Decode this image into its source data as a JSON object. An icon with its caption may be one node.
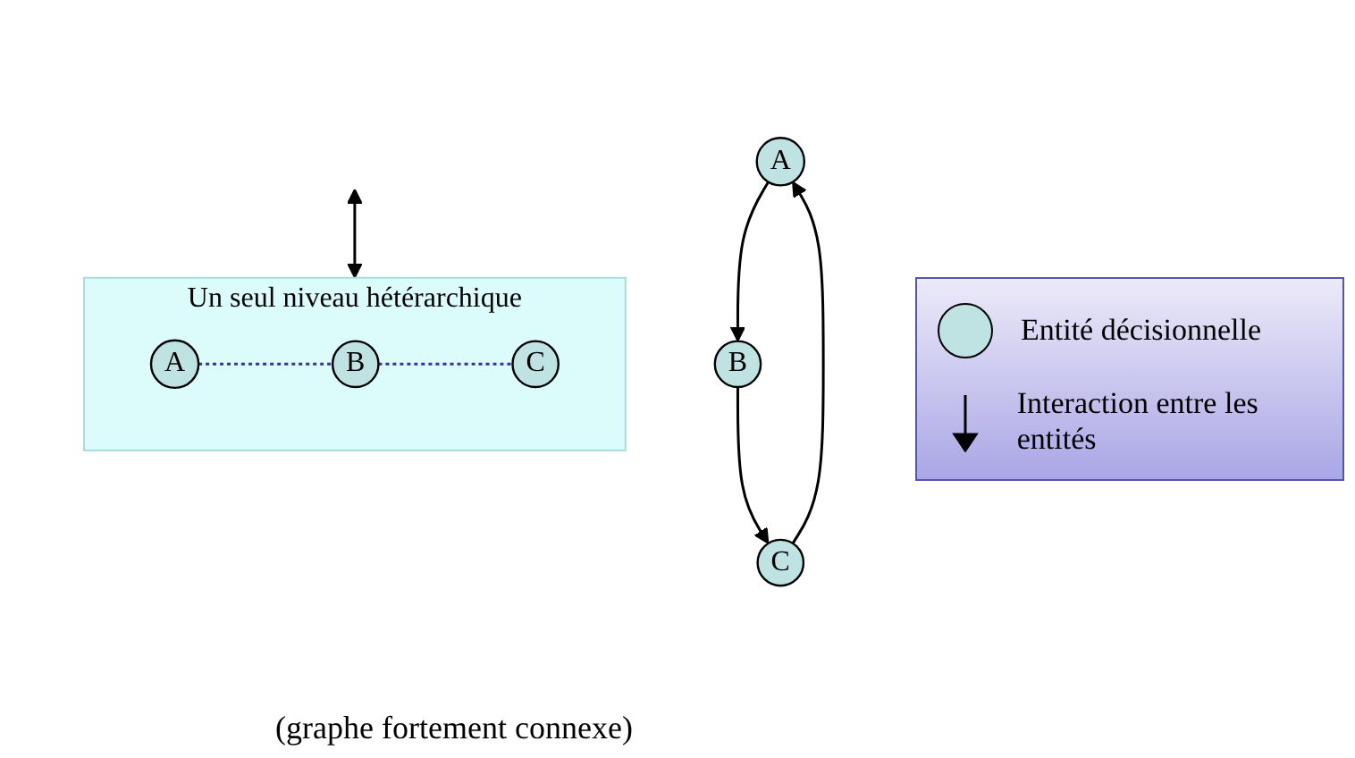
{
  "diagram": {
    "nodes": [
      {
        "text": [
          "A"
        ]
      },
      {
        "text": [
          "B"
        ]
      },
      {
        "text": [
          "C"
        ]
      },
      {
        "text": [
          "Un seul niveau hétérarchique"
        ]
      },
      {
        "text": [
          "A"
        ],
        "in": 3
      },
      {
        "text": [
          "B"
        ],
        "in": 3
      },
      {
        "text": [
          "C"
        ],
        "in": 3
      }
    ],
    "edges": [
      {
        "from": 0,
        "to": 1,
        "arrow": "to"
      },
      {
        "from": 1,
        "to": 2,
        "arrow": "to"
      },
      {
        "from": 2,
        "to": 0,
        "arrow": "to"
      },
      {
        "from": null,
        "to": 3,
        "arrow": "both"
      },
      {
        "from": 4,
        "to": 5,
        "arrow": "none",
        "style": "dashed",
        "color": "#333399"
      },
      {
        "from": 5,
        "to": 6,
        "arrow": "none",
        "style": "dashed",
        "color": "#333399"
      }
    ],
    "labels": [
      "(graphe fortement connexe)"
    ],
    "legend": [
      {
        "text": "Entité décisionnelle"
      },
      {
        "text": "Interaction entre les entités"
      }
    ]
  }
}
